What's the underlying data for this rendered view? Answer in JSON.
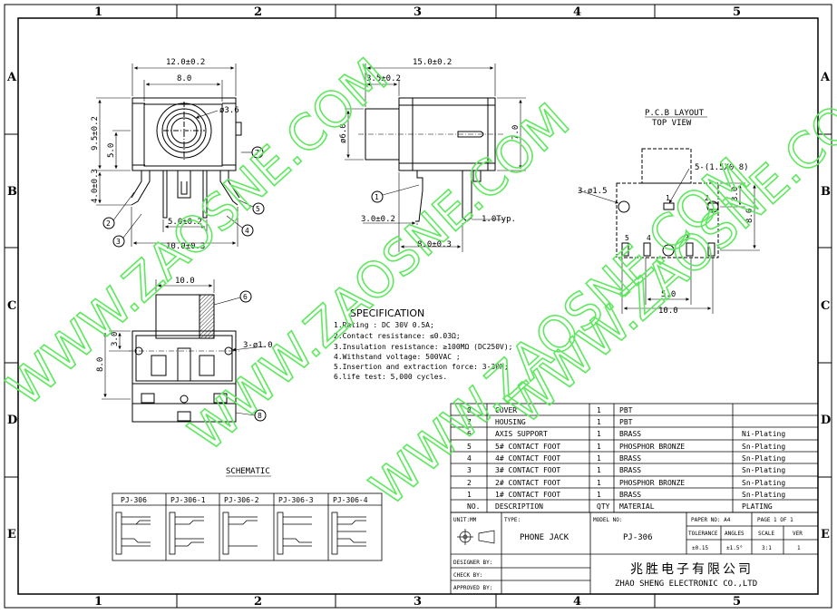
{
  "frame": {
    "columns": [
      "1",
      "2",
      "3",
      "4",
      "5"
    ],
    "rows": [
      "A",
      "B",
      "C",
      "D",
      "E"
    ]
  },
  "watermarks": [
    "WWW.ZAOSNE.COM",
    "WWW.ZAOSNE.COM",
    "WWW.ZAOSNE.COM",
    "WWW.ZAOSNE.COM"
  ],
  "front_view": {
    "dims": {
      "overall_width": "12.0±0.2",
      "inner_width": "8.0",
      "height": "9.5±0.2",
      "sub_height": "5.0",
      "hole": "ø3.6",
      "leg_height": "4.0±0.3",
      "leg_span": "5.0±0.2",
      "foot_span": "10.0±0.3"
    },
    "balloons": [
      "7",
      "2",
      "3",
      "4",
      "5"
    ]
  },
  "side_view": {
    "dims": {
      "length": "15.0±0.2",
      "front": "3.5±0.2",
      "diameter": "ø6.0",
      "height": "7.0",
      "foot_offset": "3.0±0.2",
      "foot_thk": "1.0Typ.",
      "foot_span": "8.0±0.3"
    },
    "balloons": [
      "1"
    ]
  },
  "pcb": {
    "title": "P.C.B LAYOUT",
    "subtitle": "TOP VIEW",
    "dims": {
      "slot": "5-(1.5X0.8)",
      "holes": "3-ø1.5",
      "pitch_y": "3.0",
      "height": "8.0",
      "pitch_x": "5.0",
      "width": "10.0"
    },
    "pins_top": [
      "1",
      "2"
    ],
    "pins_bottom": [
      "5",
      "4",
      "3"
    ]
  },
  "top_view": {
    "dims": {
      "width": "10.0",
      "y1": "3.0",
      "y2": "8.0",
      "holes": "3-ø1.0"
    },
    "balloons": [
      "6",
      "8"
    ]
  },
  "spec": {
    "title": "SPECIFICATION",
    "lines": [
      "1.Rating : DC 30V 0.5A;",
      "2.Contact resistance: ≤0.03Ω;",
      "3.Insulation resistance: ≥100MΩ  (DC250V);",
      "4.Withstand voltage: 500VAC ;",
      "5.Insertion and extraction force: 3-30N;",
      "6.life test: 5,000 cycles."
    ]
  },
  "schematic": {
    "title": "SCHEMATIC",
    "models": [
      "PJ-306",
      "PJ-306-1",
      "PJ-306-2",
      "PJ-306-3",
      "PJ-306-4"
    ]
  },
  "bom": {
    "header": [
      "NO.",
      "DESCRIPTION",
      "QTY",
      "MATERIAL",
      "PLATING"
    ],
    "rows": [
      [
        "8",
        "COVER",
        "1",
        "PBT",
        ""
      ],
      [
        "7",
        "HOUSING",
        "1",
        "PBT",
        ""
      ],
      [
        "6",
        "AXIS SUPPORT",
        "1",
        "BRASS",
        "Ni-Plating"
      ],
      [
        "5",
        "5# CONTACT FOOT",
        "1",
        "PHOSPHOR BRONZE",
        "Sn-Plating"
      ],
      [
        "4",
        "4# CONTACT FOOT",
        "1",
        "BRASS",
        "Sn-Plating"
      ],
      [
        "3",
        "3# CONTACT FOOT",
        "1",
        "BRASS",
        "Sn-Plating"
      ],
      [
        "2",
        "2# CONTACT FOOT",
        "1",
        "PHOSPHOR BRONZE",
        "Sn-Plating"
      ],
      [
        "1",
        "1# CONTACT FOOT",
        "1",
        "BRASS",
        "Sn-Plating"
      ]
    ]
  },
  "title_block": {
    "unit": "UNIT:MM",
    "type_label": "TYPE:",
    "type": "PHONE JACK",
    "model_label": "MODEL NO:",
    "model": "PJ-306",
    "paper": "PAPER NO: A4",
    "page": "PAGE 1 OF 1",
    "tol_label": "TOLERANCE",
    "ang_label": "ANGLES",
    "scale_label": "SCALE",
    "ver_label": "VER",
    "tol": "±0.15",
    "ang": "±1.5°",
    "scale": "3:1",
    "ver": "1",
    "designer": "DESIGNER BY:",
    "check": "CHECK    BY:",
    "approved": "APPROVED BY:",
    "company_cn": "兆胜电子有限公司",
    "company_en": "ZHAO SHENG ELECTRONIC CO.,LTD"
  }
}
